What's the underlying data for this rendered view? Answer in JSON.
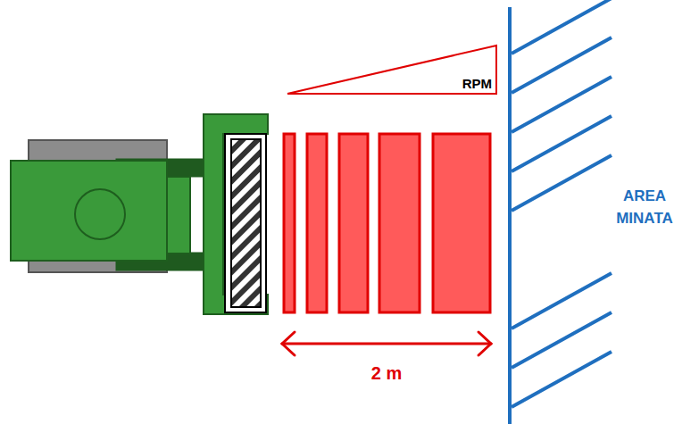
{
  "diagram": {
    "nodes": [
      {
        "text": [
          "RPM"
        ]
      }
    ],
    "labels": [
      "2 m",
      "AREA MINATA"
    ]
  }
}
